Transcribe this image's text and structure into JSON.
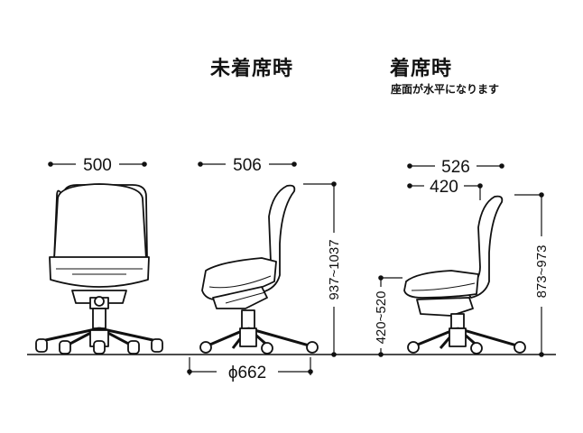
{
  "headings": {
    "unseated": "未着席時",
    "seated": "着席時",
    "seated_note": "座面が水平になります"
  },
  "dimensions": {
    "front_width": "500",
    "side_depth_unseated": "506",
    "side_depth_seated": "526",
    "seat_depth_seated": "420",
    "base_diameter": "ϕ662",
    "height_unseated": "937~1037",
    "height_seated": "873~973",
    "seat_height": "420~520"
  },
  "colors": {
    "line": "#111111",
    "chair_fill": "#ffffff"
  }
}
